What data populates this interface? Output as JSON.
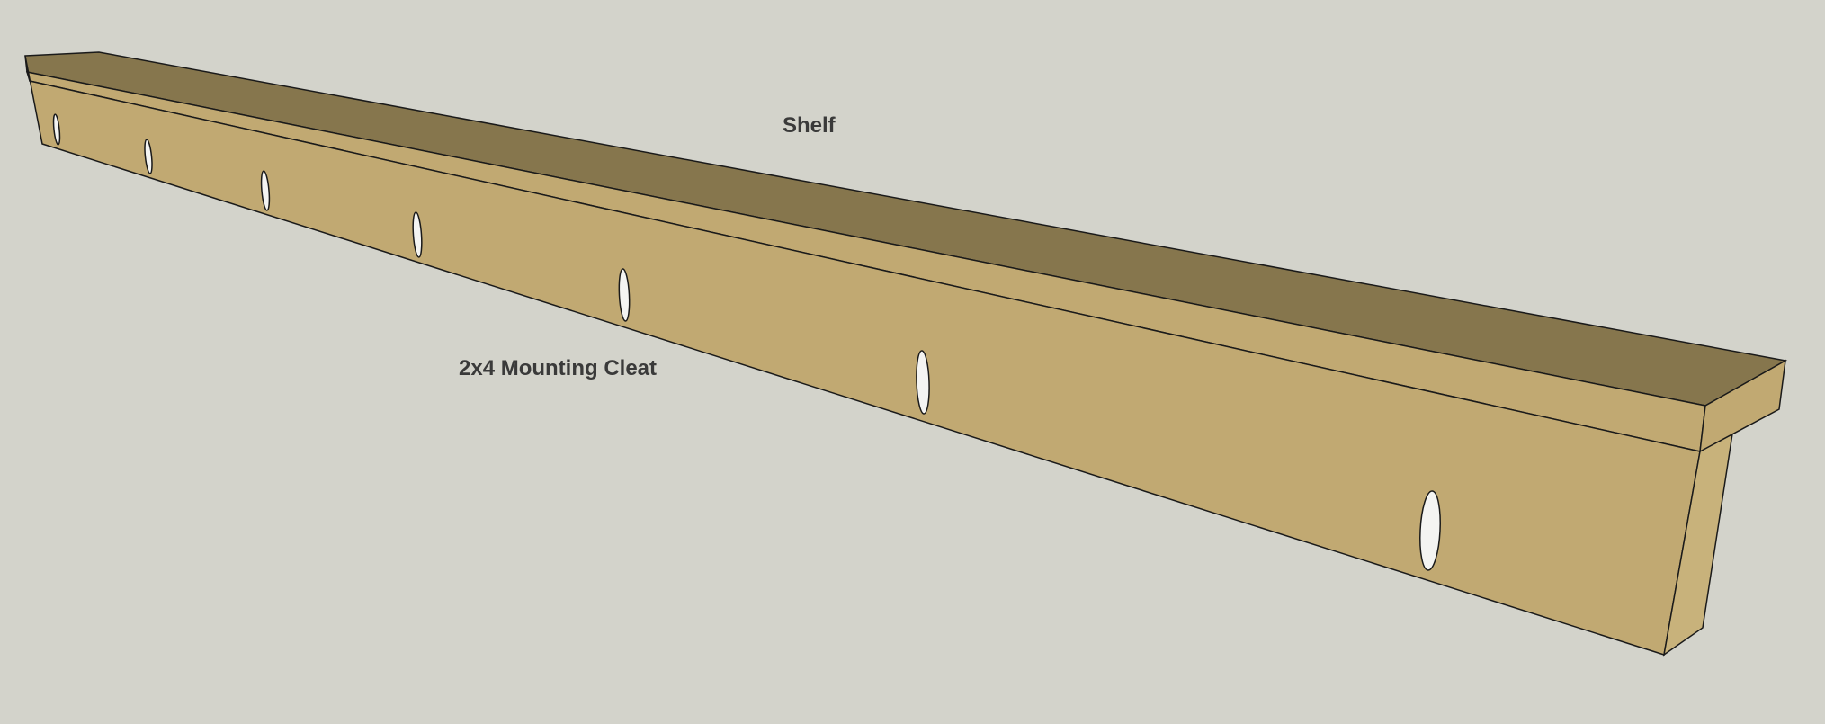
{
  "labels": {
    "shelf": "Shelf",
    "cleat": "2x4 Mounting Cleat"
  },
  "colors": {
    "background": "#d3d3cb",
    "shelf_top": "#86764d",
    "wood_face": "#c1a972",
    "wood_end": "#c8b27b",
    "outline": "#1a1a1a",
    "hole_fill": "#f4f4f2",
    "label_text": "#3a3a3a"
  },
  "components": [
    {
      "id": "shelf",
      "label_key": "shelf"
    },
    {
      "id": "cleat",
      "label_key": "cleat",
      "hole_count": 7
    }
  ]
}
